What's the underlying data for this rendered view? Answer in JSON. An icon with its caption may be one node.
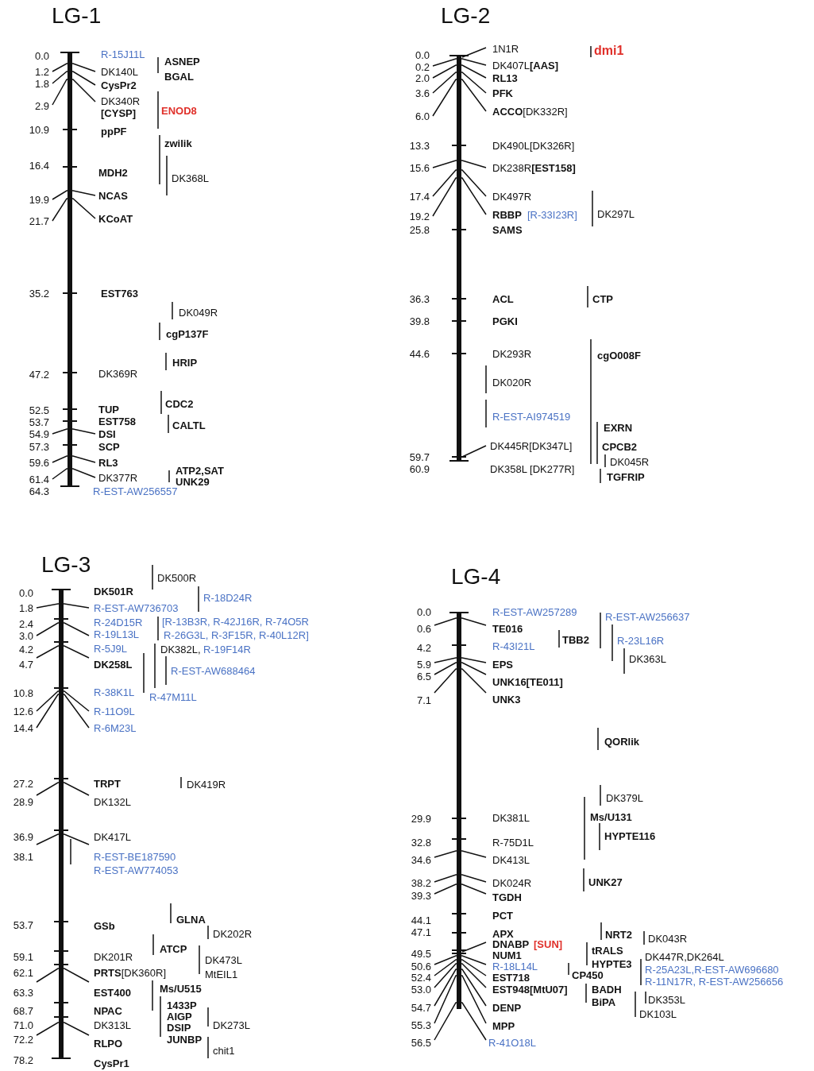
{
  "diagram": {
    "labels": [
      "LG-1",
      "0.0",
      "1.2",
      "1.8",
      "2.9",
      "10.9",
      "16.4",
      "19.9",
      "21.7",
      "35.2",
      "47.2",
      "52.5",
      "53.7",
      "54.9",
      "57.3",
      "59.6",
      "61.4",
      "64.3",
      "R-15J11L",
      "DK140L",
      "CysPr2",
      "DK340R",
      "[CYSP]",
      "ppPF",
      "MDH2",
      "NCAS",
      "KCoAT",
      "EST763",
      "DK369R",
      "TUP",
      "EST758",
      "DSI",
      "SCP",
      "RL3",
      "DK377R",
      "R-EST-AW256557",
      "ASNEP",
      "BGAL",
      "ENOD8",
      "zwilik",
      "DK368L",
      "DK049R",
      "cgP137F",
      "HRIP",
      "CDC2",
      "CALTL",
      "ATP2,SAT",
      "UNK29",
      "LG-2",
      "0.0",
      "0.2",
      "2.0",
      "3.6",
      "6.0",
      "13.3",
      "15.6",
      "17.4",
      "19.2",
      "25.8",
      "36.3",
      "39.8",
      "44.6",
      "59.7",
      "60.9",
      "1N1R",
      "DK407L**[AAS]**",
      "RL13",
      "PFK",
      "**ACCO**[DK332R]",
      "DK490L[DK326R]",
      "DK238R**[EST158]**",
      "DK497R",
      "RBBP",
      "[R-33I23R]",
      "SAMS",
      "ACL",
      "PGKI",
      "DK293R",
      "DK020R",
      "R-EST-AI974519",
      "DK445R[DK347L]",
      "DK358L [DK277R]",
      "dmi1",
      "DK297L",
      "CTP",
      "cgO008F",
      "EXRN",
      "CPCB2",
      "DK045R",
      "TGFRIP",
      "LG-3",
      "0.0",
      "1.8",
      "2.4",
      "3.0",
      "4.2",
      "4.7",
      "10.8",
      "12.6",
      "14.4",
      "27.2",
      "28.9",
      "36.9",
      "38.1",
      "53.7",
      "59.1",
      "62.1",
      "63.3",
      "68.7",
      "71.0",
      "72.2",
      "78.2",
      "DK501R",
      "R-EST-AW736703",
      "R-24D15R",
      "R-19L13L",
      "R-5J9L",
      "DK258L",
      "R-38K1L",
      "R-11O9L",
      "R-6M23L",
      "TRPT",
      "DK132L",
      "DK417L",
      "R-EST-BE187590",
      "R-EST-AW774053",
      "GSb",
      "DK201R",
      "**PRTS**[DK360R]",
      "EST400",
      "NPAC",
      "DK313L",
      "RLPO",
      "CysPr1",
      "DK500R",
      "R-18D24R",
      "[R-13B3R, R-42J16R, R-74O5R",
      "R-26G3L, R-3F15R, R-40L12R]",
      "DK382L,",
      "R-19F14R",
      "R-EST-AW688464",
      "R-47M11L",
      "DK419R",
      "GLNA",
      "DK202R",
      "ATCP",
      "DK473L",
      "MtEIL1",
      "Ms/U515",
      "1433P",
      "AIGP",
      "DSIP",
      "JUNBP",
      "DK273L",
      "chit1",
      "LG-4",
      "0.0",
      "0.6",
      "4.2",
      "5.9",
      "6.5",
      "7.1",
      "29.9",
      "32.8",
      "34.6",
      "38.2",
      "39.3",
      "44.1",
      "47.1",
      "49.5",
      "50.6",
      "52.4",
      "53.0",
      "54.7",
      "55.3",
      "56.5",
      "R-EST-AW257289",
      "TE016",
      "R-43I21L",
      "EPS",
      "UNK16[TE011]",
      "UNK3",
      "DK381L",
      "R-75D1L",
      "DK413L",
      "DK024R",
      "TGDH",
      "PCT",
      "APX",
      "DNABP",
      "[SUN]",
      "NUM1",
      "R-18L14L",
      "EST718",
      "EST948[MtU07]",
      "DENP",
      "MPP",
      "R-41O18L",
      "R-EST-AW256637",
      "TBB2",
      "R-23L16R",
      "DK363L",
      "QORlik",
      "DK379L",
      "Ms/U131",
      "HYPTE116",
      "UNK27",
      "NRT2",
      "DK043R",
      "tRALS",
      "HYPTE3",
      "CP450",
      "DK447R,DK264L",
      "R-25A23L,R-EST-AW696680",
      "R-11N17R, R-EST-AW256656",
      "BADH",
      "BiPA",
      "DK353L",
      "DK103L"
    ]
  }
}
